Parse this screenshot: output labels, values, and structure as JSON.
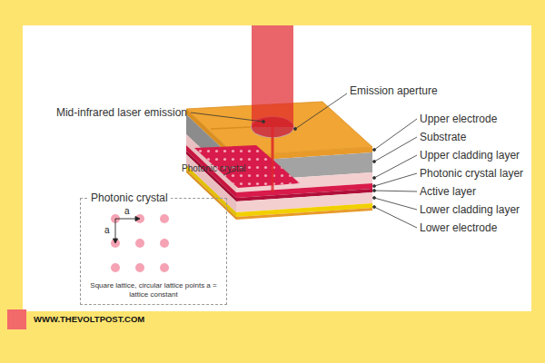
{
  "diagram": {
    "nodes": [
      {
        "text": [
          "Photonic crystal",
          "Square lattice, circular lattice points a = lattice constant"
        ]
      }
    ],
    "labels": [
      "Mid-infrared laser emission",
      "Emission aperture",
      "Upper electrode",
      "Substrate",
      "Upper cladding layer",
      "Photonic crystal layer",
      "Active layer",
      "Lower cladding layer",
      "Lower electrode",
      "Photonic crystal",
      "a",
      "a",
      "WWW.THEVOLTPOST.COM"
    ]
  }
}
